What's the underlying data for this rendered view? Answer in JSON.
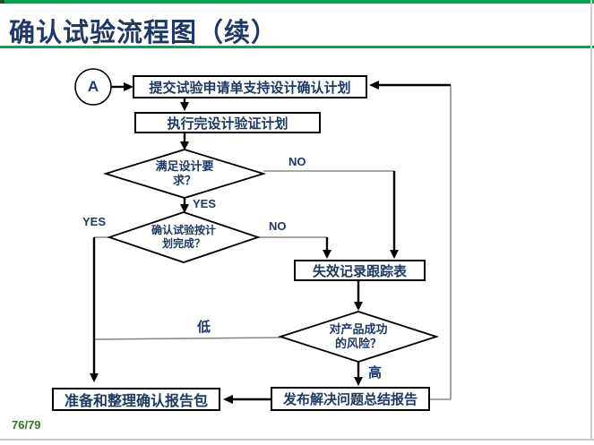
{
  "page": {
    "title": "确认试验流程图（续）",
    "page_number": "76/79"
  },
  "colors": {
    "accent_green": "#00a651",
    "title_navy": "#1f3864",
    "page_number_green": "#2e7a1a",
    "connector_gray": "#8a8a8a",
    "connector_black": "#000000"
  },
  "flowchart": {
    "start_label": "A",
    "nodes": {
      "submit": "提交试验申请单支持设计确认计划",
      "execute": "执行完设计验证计划",
      "meet_design": "满足设计要求？",
      "complete_plan": "确认试验按计划完成？",
      "failure_log": "失效记录跟踪表",
      "risk": "对产品成功的风险？",
      "publish_report": "发布解决问题总结报告",
      "prepare_package": "准备和整理确认报告包"
    },
    "labels": {
      "no1": "NO",
      "yes1": "YES",
      "yes2": "YES",
      "no2": "NO",
      "low": "低",
      "high": "高"
    }
  }
}
